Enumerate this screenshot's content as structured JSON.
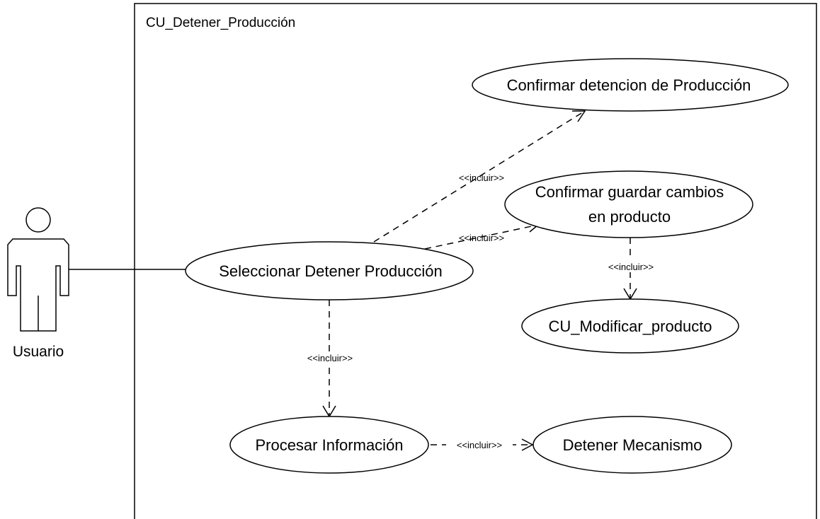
{
  "system": {
    "name": "CU_Detener_Producción"
  },
  "actor": {
    "name": "Usuario"
  },
  "use_cases": {
    "seleccionar": [
      "Seleccionar Detener Producción"
    ],
    "confirmar_detencion": [
      "Confirmar detencion de Producción"
    ],
    "confirmar_guardar": [
      "Confirmar guardar cambios",
      "en producto"
    ],
    "modificar": [
      "CU_Modificar_producto"
    ],
    "procesar": [
      "Procesar Información"
    ],
    "detener_mecanismo": [
      "Detener Mecanismo"
    ]
  },
  "relations": {
    "include_label": "<<incluir>>",
    "items": [
      {
        "from": "seleccionar",
        "to": "confirmar_detencion",
        "label": "<<incluir>>"
      },
      {
        "from": "seleccionar",
        "to": "confirmar_guardar",
        "label": "<<incluir>>"
      },
      {
        "from": "confirmar_guardar",
        "to": "modificar",
        "label": "<<incluir>>"
      },
      {
        "from": "seleccionar",
        "to": "procesar",
        "label": "<<incluir>>"
      },
      {
        "from": "procesar",
        "to": "detener_mecanismo",
        "label": "<<incluir>>"
      }
    ]
  }
}
